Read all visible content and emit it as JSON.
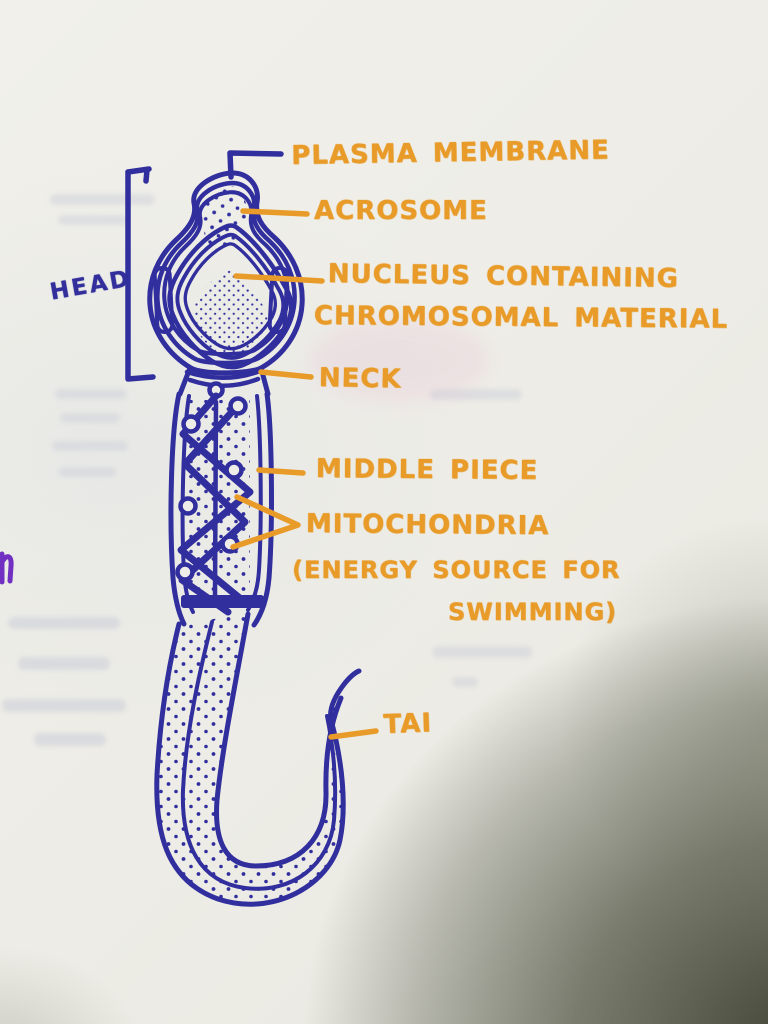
{
  "annotations": {
    "head": "HEAD",
    "plasma_membrane": "PLASMA MEMBRANE",
    "acrosome": "ACROSOME",
    "nucleus_line1": "NUCLEUS CONTAINING",
    "nucleus_line2": "CHROMOSOMAL MATERIAL",
    "neck": "NECK",
    "middle_piece": "MIDDLE PIECE",
    "mitochondria": "MITOCHONDRIA",
    "mitochondria_note1": "(ENERGY SOURCE FOR",
    "mitochondria_note2": "SWIMMING)",
    "tail": "TAI"
  },
  "colors": {
    "ink_blue": "#312e9d",
    "ink_orange": "#e89b28",
    "paper": "#eeede7",
    "corner_shadow": "#343826",
    "stray_purple": "#7130c2"
  }
}
